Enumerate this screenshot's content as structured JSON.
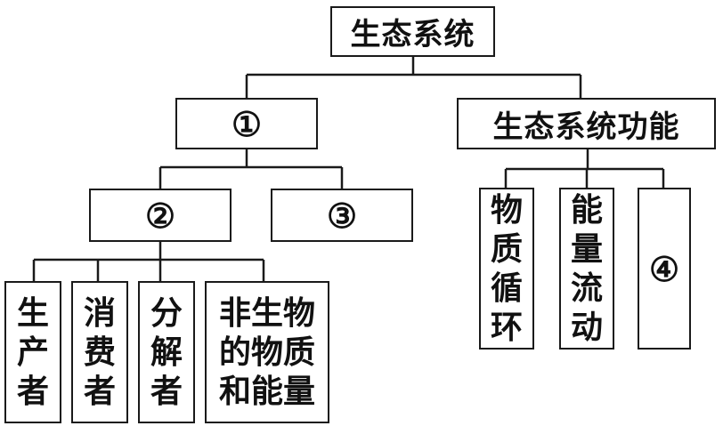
{
  "nodes": {
    "root": "生态系统",
    "structure": "①",
    "function": "生态系统功能",
    "components": "②",
    "nutrition": "③",
    "producer": "生\n产\n者",
    "consumer": "消\n费\n者",
    "decomposer": "分\n解\n者",
    "abiotic": "非生物\n的物质\n和能量",
    "material_cycle": "物\n质\n循\n环",
    "energy_flow": "能\n量\n流\n动",
    "info": "④"
  }
}
